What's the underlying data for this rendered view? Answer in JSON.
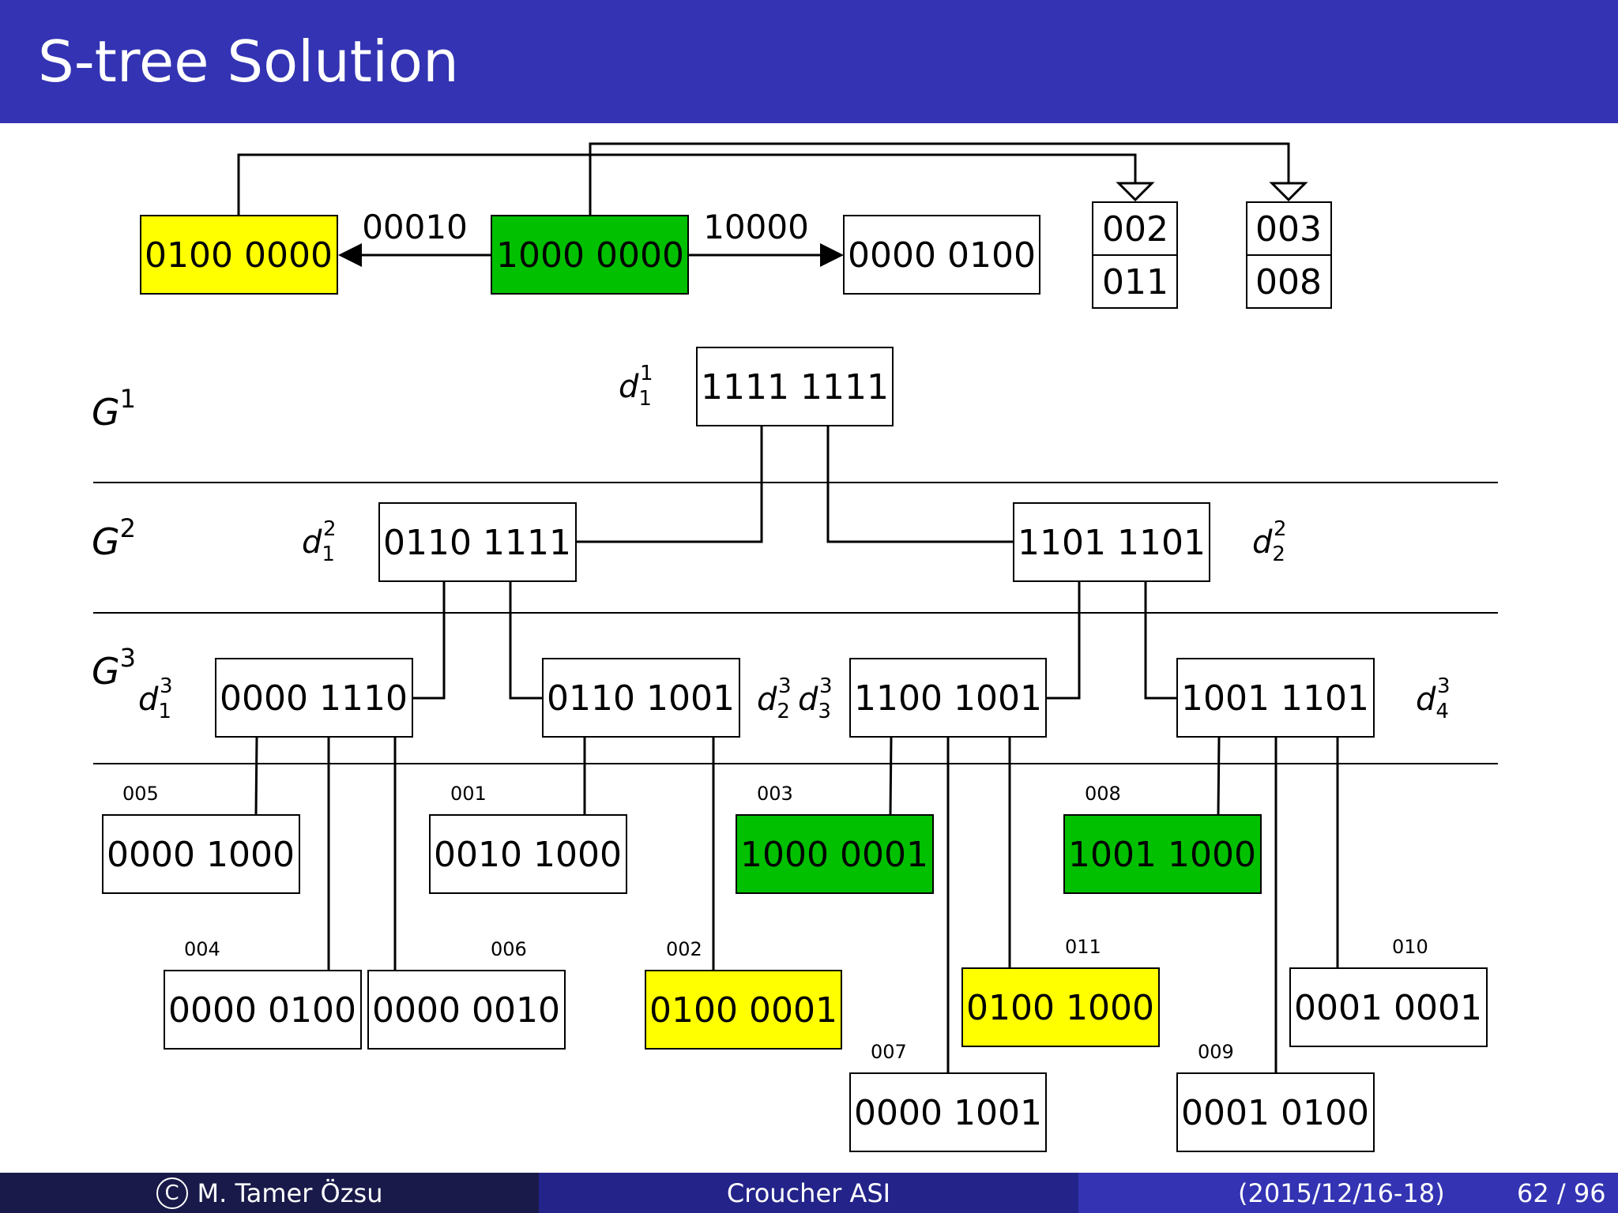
{
  "slide": {
    "title": "S-tree Solution"
  },
  "query_area": {
    "left_signature": "0100 0000",
    "query_signature": "1000 0000",
    "right_signature": "0000 0100",
    "left_edge_label": "00010",
    "right_edge_label": "10000",
    "result_box_1": [
      "002",
      "011"
    ],
    "result_box_2": [
      "003",
      "008"
    ]
  },
  "levels": [
    {
      "base": "G",
      "sup": "1"
    },
    {
      "base": "G",
      "sup": "2"
    },
    {
      "base": "G",
      "sup": "3"
    }
  ],
  "nodes": {
    "root": {
      "label": "d",
      "sub": "1",
      "sup": "1",
      "signature": "1111 1111"
    },
    "g2_left": {
      "label": "d",
      "sub": "1",
      "sup": "2",
      "signature": "0110 1111"
    },
    "g2_right": {
      "label": "d",
      "sub": "2",
      "sup": "2",
      "signature": "1101 1101"
    },
    "g3_1": {
      "label": "d",
      "sub": "1",
      "sup": "3",
      "signature": "0000 1110"
    },
    "g3_2": {
      "label": "d",
      "sub": "2",
      "sup": "3",
      "signature": "0110 1001"
    },
    "g3_3": {
      "label": "d",
      "sub": "3",
      "sup": "3",
      "signature": "1100 1001"
    },
    "g3_4": {
      "label": "d",
      "sub": "4",
      "sup": "3",
      "signature": "1001 1101"
    }
  },
  "leaves": [
    {
      "id": "005",
      "signature": "0000 1000",
      "highlight": "none"
    },
    {
      "id": "004",
      "signature": "0000 0100",
      "highlight": "none"
    },
    {
      "id": "006",
      "signature": "0000 0010",
      "highlight": "none"
    },
    {
      "id": "001",
      "signature": "0010 1000",
      "highlight": "none"
    },
    {
      "id": "002",
      "signature": "0100 0001",
      "highlight": "yellow"
    },
    {
      "id": "003",
      "signature": "1000 0001",
      "highlight": "green"
    },
    {
      "id": "007",
      "signature": "0000 1001",
      "highlight": "none"
    },
    {
      "id": "011",
      "signature": "0100 1000",
      "highlight": "yellow"
    },
    {
      "id": "008",
      "signature": "1001 1000",
      "highlight": "green"
    },
    {
      "id": "009",
      "signature": "0001 0100",
      "highlight": "none"
    },
    {
      "id": "010",
      "signature": "0001 0001",
      "highlight": "none"
    }
  ],
  "colors": {
    "title_bar": "#3333b3",
    "green_highlight": "#00c000",
    "yellow_highlight": "#ffff00",
    "footer_left": "#191a4a",
    "footer_mid": "#23238a",
    "footer_right": "#3333b3"
  },
  "footer": {
    "copyright_symbol": "C",
    "author": "M. Tamer Özsu",
    "venue": "Croucher ASI",
    "date": "(2015/12/16-18)",
    "page": "62 / 96"
  }
}
